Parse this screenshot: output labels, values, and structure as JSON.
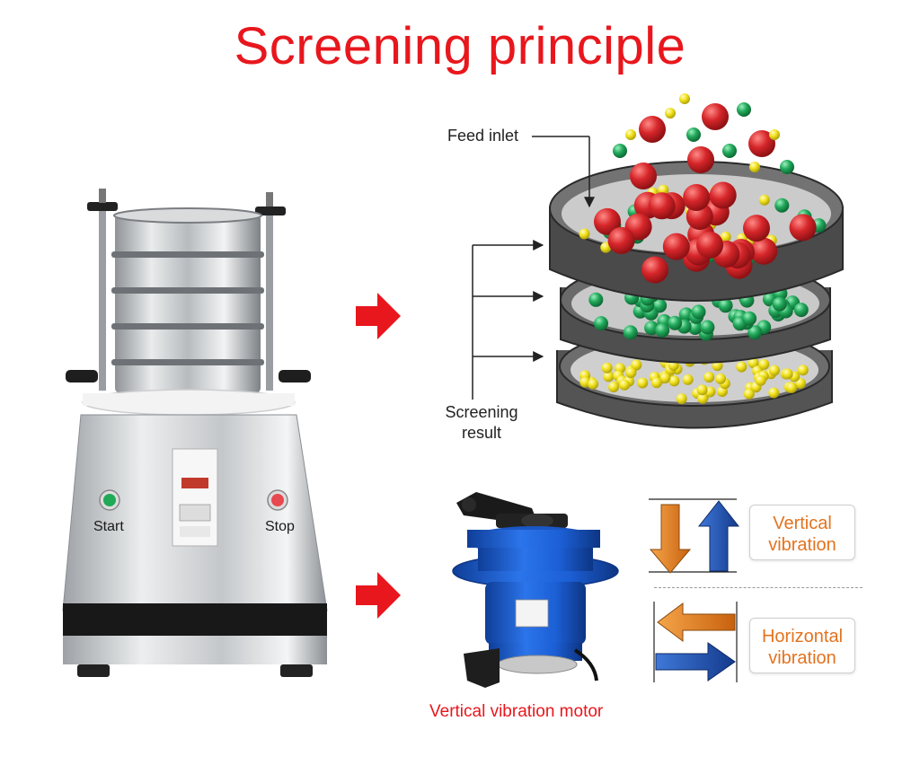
{
  "title": "Screening principle",
  "labels": {
    "feed_inlet": "Feed inlet",
    "screening_result": [
      "Screening",
      "result"
    ],
    "start": "Start",
    "stop": "Stop",
    "motor": "Vertical vibration motor",
    "vertical_vibration": [
      "Vertical",
      "vibration"
    ],
    "horizontal_vibration": [
      "Horizontal",
      "vibration"
    ]
  },
  "colors": {
    "title": "#e8171d",
    "arrow_red": "#e8171d",
    "ball_red": "#d6262a",
    "ball_green": "#21a85b",
    "ball_yellow": "#f2e21d",
    "arrow_orange": "#e3821f",
    "arrow_blue": "#1f4fb3",
    "motor_blue": "#1c5fd6",
    "start_button": "#1faa55",
    "stop_button": "#e8484f"
  }
}
